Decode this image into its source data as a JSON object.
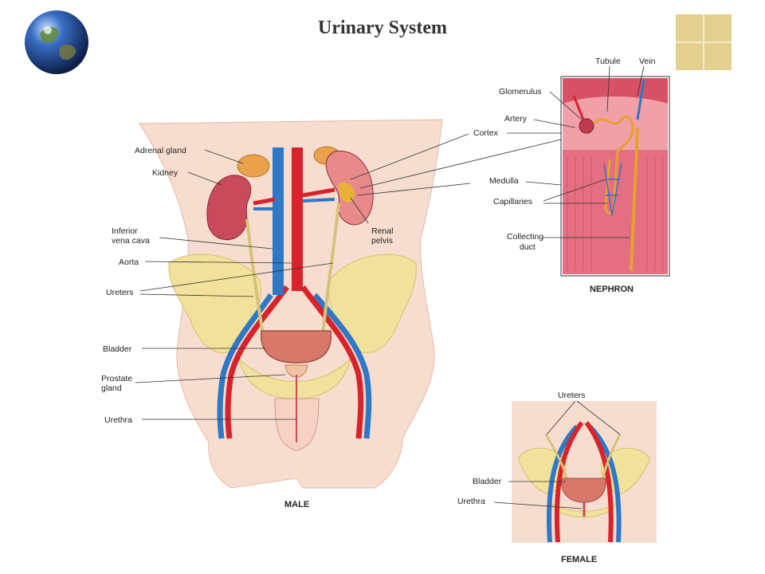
{
  "title": "Urinary System",
  "decor": {
    "globe_icon": "globe-icon",
    "tile_icon": "beige-grid-tile"
  },
  "colors": {
    "skin": "#f7ddcf",
    "bone": "#f2e19a",
    "artery": "#d8232a",
    "vein": "#2e78c6",
    "kidney": "#c94a5b",
    "bladder": "#d7786a",
    "ureter": "#d7c27a",
    "nephron_bg": "#e56f82"
  },
  "male": {
    "caption": "MALE",
    "labels": {
      "adrenal_gland": "Adrenal gland",
      "kidney": "Kidney",
      "vena_cava_1": "Inferior",
      "vena_cava_2": "vena cava",
      "aorta": "Aorta",
      "ureters": "Ureters",
      "bladder": "Bladder",
      "prostate_1": "Prostate",
      "prostate_2": "gland",
      "urethra": "Urethra",
      "renal_pelvis_1": "Renal",
      "renal_pelvis_2": "pelvis"
    }
  },
  "nephron": {
    "caption": "NEPHRON",
    "labels": {
      "tubule": "Tubule",
      "vein": "Vein",
      "glomerulus": "Glomerulus",
      "artery": "Artery",
      "cortex": "Cortex",
      "medulla": "Medulla",
      "capillaries": "Capillaries",
      "collecting_1": "Collecting",
      "collecting_2": "duct"
    }
  },
  "female": {
    "caption": "FEMALE",
    "labels": {
      "ureters": "Ureters",
      "bladder": "Bladder",
      "urethra": "Urethra"
    }
  }
}
